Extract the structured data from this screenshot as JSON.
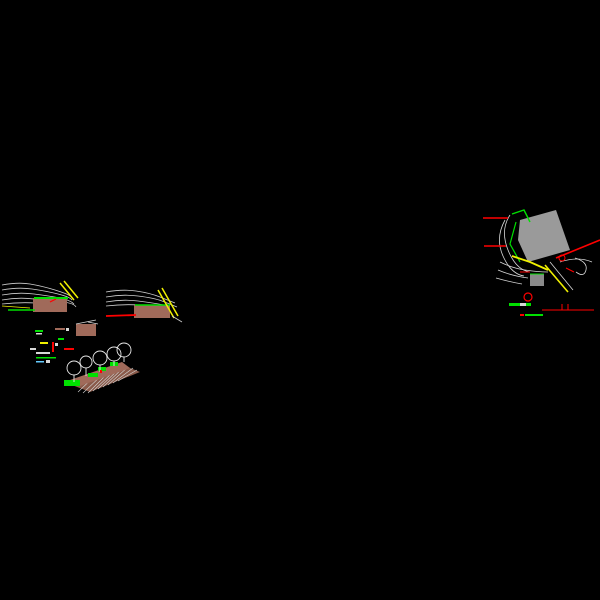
{
  "window": {
    "background": "#000000"
  },
  "colors": {
    "contour": "#d8d8d8",
    "ground": "#a06a5a",
    "accent_green": "#00e000",
    "accent_yellow": "#f0f000",
    "accent_red": "#ff0000",
    "site_fill": "#9a9a9a",
    "tree": "#e8e8e8"
  },
  "drawing": {
    "left_section_1": {
      "icon": "section-elevation-drawing"
    },
    "left_section_2": {
      "icon": "section-elevation-drawing"
    },
    "detail_cluster": {
      "icon": "detail-symbols"
    },
    "tree_perspective": {
      "icon": "tree-perspective-drawing"
    },
    "site_plan": {
      "icon": "site-plan-drawing"
    },
    "plan_legend": {
      "icon": "legend-symbols"
    }
  }
}
